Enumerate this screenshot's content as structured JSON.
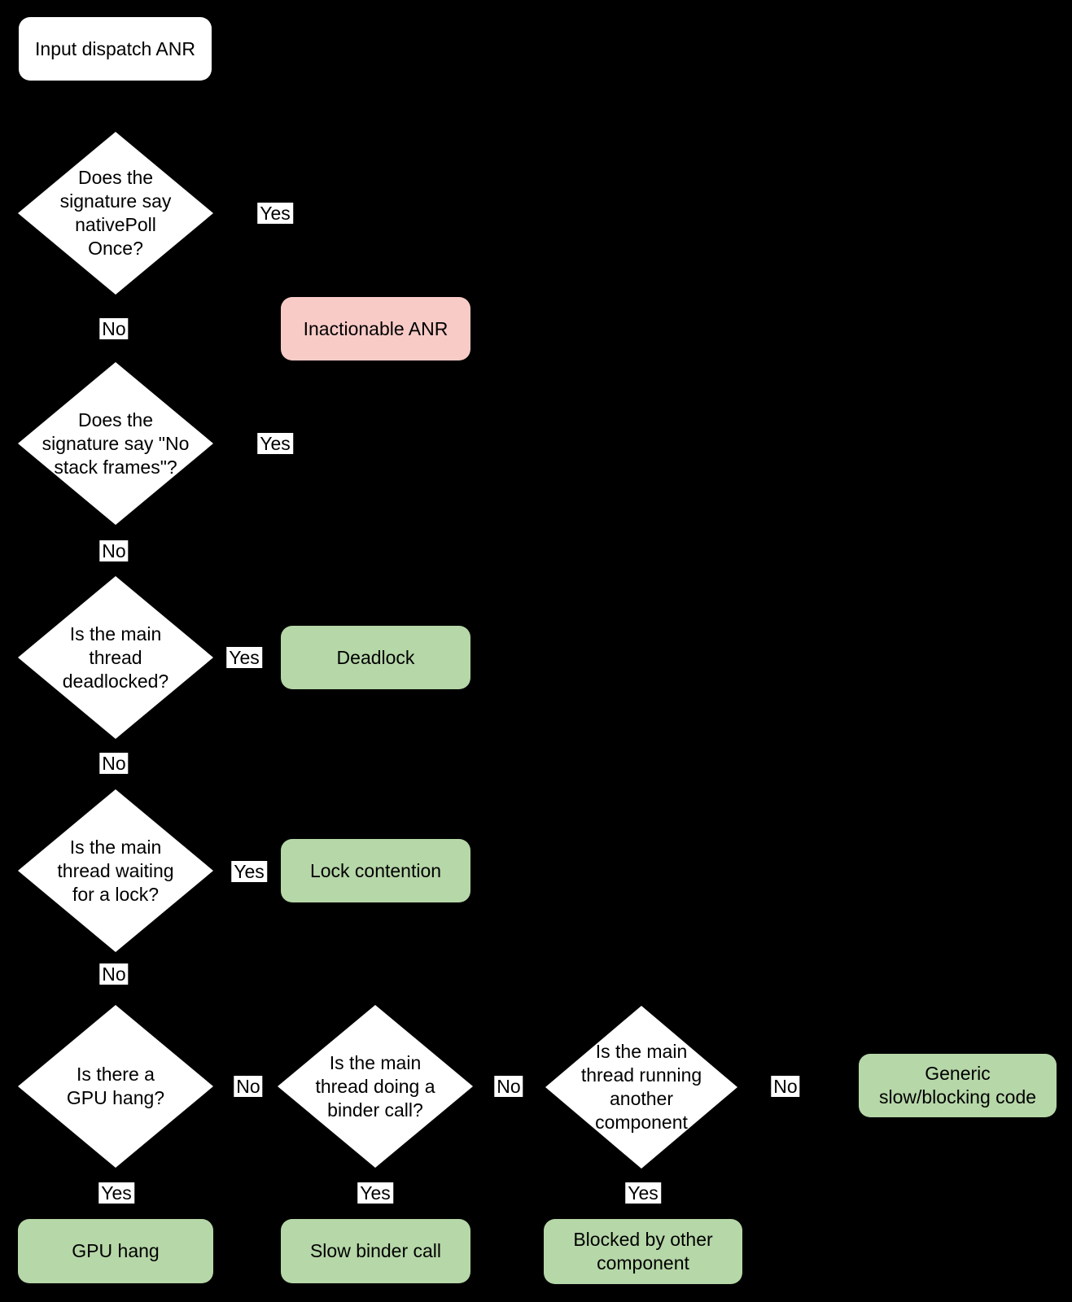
{
  "diagram": {
    "description": "Input dispatch ANR triage flowchart",
    "colors": {
      "background": "#000000",
      "decision_fill": "#ffffff",
      "outcome_green": "#b6d7a8",
      "outcome_red": "#f8cbc7",
      "edge_label_bg": "#ffffff",
      "text": "#000000"
    }
  },
  "nodes": {
    "start": {
      "type": "start",
      "label": "Input dispatch ANR"
    },
    "q_native_poll": {
      "type": "decision",
      "label": "Does the\nsignature say\nnativePoll\nOnce?"
    },
    "inactionable": {
      "type": "terminal-red",
      "label": "Inactionable ANR"
    },
    "q_no_stack_frames": {
      "type": "decision",
      "label": "Does the\nsignature say \"No\nstack frames\"?"
    },
    "q_deadlocked": {
      "type": "decision",
      "label": "Is the main\nthread\ndeadlocked?"
    },
    "deadlock": {
      "type": "terminal-green",
      "label": "Deadlock"
    },
    "q_waiting_lock": {
      "type": "decision",
      "label": "Is the main\nthread waiting\nfor a lock?"
    },
    "lock_contention": {
      "type": "terminal-green",
      "label": "Lock contention"
    },
    "q_gpu_hang": {
      "type": "decision",
      "label": "Is there a\nGPU hang?"
    },
    "q_binder_call": {
      "type": "decision",
      "label": "Is the main\nthread doing a\nbinder call?"
    },
    "q_other_component": {
      "type": "decision",
      "label": "Is the main\nthread running\nanother\ncomponent"
    },
    "generic_slow": {
      "type": "terminal-green",
      "label": "Generic\nslow/blocking code"
    },
    "gpu_hang": {
      "type": "terminal-green",
      "label": "GPU hang"
    },
    "slow_binder": {
      "type": "terminal-green",
      "label": "Slow binder call"
    },
    "blocked_other": {
      "type": "terminal-green",
      "label": "Blocked by other\ncomponent"
    }
  },
  "edge_labels": {
    "native_poll_yes": "Yes",
    "native_poll_no": "No",
    "no_stack_frames_yes": "Yes",
    "no_stack_frames_no": "No",
    "deadlocked_yes": "Yes",
    "deadlocked_no": "No",
    "waiting_lock_yes": "Yes",
    "waiting_lock_no": "No",
    "gpu_hang_no": "No",
    "binder_call_no": "No",
    "other_component_no": "No",
    "gpu_hang_yes": "Yes",
    "binder_call_yes": "Yes",
    "other_component_yes": "Yes"
  }
}
